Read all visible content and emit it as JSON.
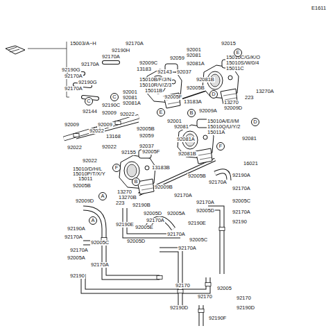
{
  "diagram": {
    "nodes": [
      {
        "text": [
          "E"
        ]
      },
      {
        "text": [
          "D"
        ]
      },
      {
        "text": [
          "C"
        ]
      },
      {
        "text": [
          "C"
        ]
      },
      {
        "text": [
          "E"
        ]
      },
      {
        "text": [
          "B"
        ]
      },
      {
        "text": [
          "D"
        ]
      },
      {
        "text": [
          "F"
        ]
      },
      {
        "text": [
          "F"
        ]
      },
      {
        "text": [
          "B"
        ]
      },
      {
        "text": [
          "A"
        ]
      },
      {
        "text": [
          "A"
        ]
      }
    ],
    "labels": [
      "E1611",
      "15003/A~H",
      "92170A",
      "92190H",
      "92170A",
      "92170A",
      "92190G",
      "92170A",
      "92190G",
      "92170A",
      "92190C",
      "92144",
      "92009",
      "92009",
      "92009",
      "92022",
      "92022",
      "13168",
      "92022",
      "92022",
      "92155",
      "92022",
      "15010/D/H/L",
      "15010P/T/X/Y",
      "15011",
      "92005B",
      "13270",
      "13270B",
      "92009D",
      "223",
      "92190B",
      "92190A",
      "92170A",
      "92170A",
      "92190E",
      "92005E",
      "92005A",
      "92005C",
      "92170A",
      "92170A",
      "92005D",
      "92190",
      "92190D",
      "92170",
      "92170",
      "92190F",
      "92005",
      "92170",
      "92190D",
      "92005B",
      "92170A",
      "92190A",
      "92170A",
      "92005C",
      "92170A",
      "92190",
      "92170A",
      "92170A",
      "92005D",
      "92190E",
      "92170A",
      "92005C",
      "92170A",
      "92005A",
      "92005D",
      "92059",
      "92009C",
      "13183",
      "92143",
      "92037",
      "15010B/F/J/N",
      "15010R/V/Z/3",
      "15011B",
      "92001",
      "92081",
      "92081A",
      "92005F",
      "92015",
      "92001",
      "92081",
      "92081A",
      "92081B",
      "92005B",
      "15010C/G/K/O",
      "15010S/W/0/4",
      "15011C",
      "13270A",
      "223",
      "13270",
      "92009D",
      "13183A",
      "92009A",
      "92001",
      "92081",
      "15010A/E/I/M",
      "15010Q/U/Y/2",
      "15011A",
      "92005B",
      "92059",
      "92081A",
      "92037",
      "92005F",
      "92081B",
      "92081",
      "16021",
      "13183B",
      "92009B"
    ]
  }
}
